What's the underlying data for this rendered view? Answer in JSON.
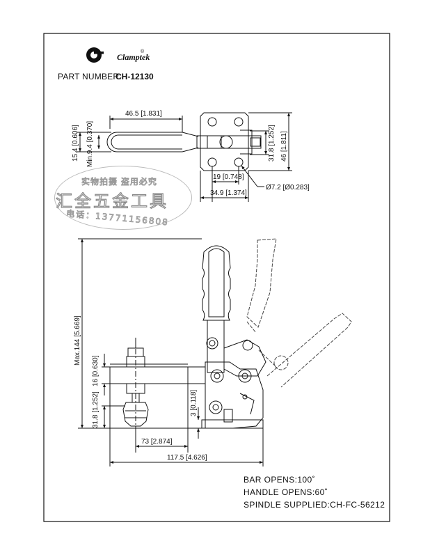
{
  "header": {
    "brand": "Clamptek",
    "registered_mark": "®",
    "part_number_label": "PART NUMBER:",
    "part_number": "CH-12130"
  },
  "top_view": {
    "dims": {
      "handle_length": "46.5 [1.831]",
      "handle_width": "15.4 [0.606]",
      "min_height": "Min.9.4 [0.370]",
      "bolt_spacing": "31.8 [1.252]",
      "base_height": "46 [1.811]",
      "hole_spacing_x": "19 [0.748]",
      "base_width": "34.9 [1.374]",
      "hole_dia": "Ø7.2 [Ø0.283]"
    }
  },
  "side_view": {
    "dims": {
      "max_height": "Max.144 [5.669]",
      "bar_thickness": "16 [0.630]",
      "bar_height": "31.8 [1.252]",
      "offset": "3 [0.118]",
      "bar_length": "73 [2.874]",
      "overall_length": "117.5 [4.626]"
    }
  },
  "notes": {
    "bar_opens": "BAR OPENS:100˚",
    "handle_opens": "HANDLE OPENS:60˚",
    "spindle": "SPINDLE SUPPLIED:CH-FC-56212"
  },
  "watermark": {
    "line1": "实物拍摄 盗用必究",
    "line2": "汇全五金工具",
    "line3": "电话：13771156808"
  }
}
